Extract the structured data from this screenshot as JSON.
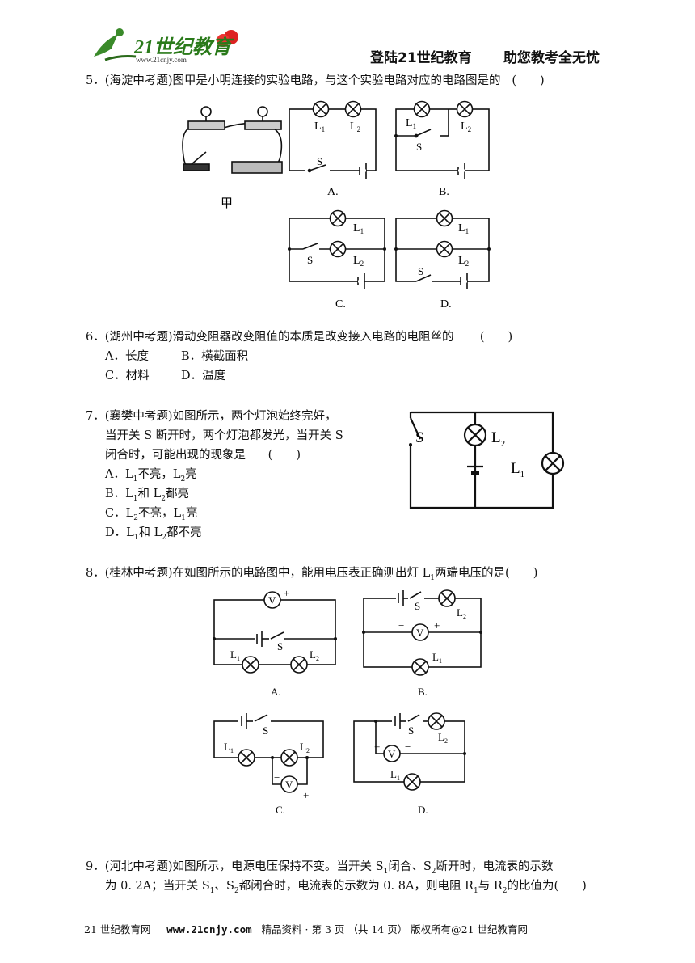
{
  "header": {
    "logo_text": "21世纪教育",
    "logo_url": "www.21cnjy.com",
    "title_left": "登陆21世纪教育",
    "title_right": "助您教考全无忧"
  },
  "q5": {
    "number": "5．",
    "text": "(海淀中考题)图甲是小明连接的实验电路，与这个实验电路对应的电路图是的",
    "bracket": "(　　)",
    "photo_label": "甲",
    "labels": {
      "a": "A.",
      "b": "B.",
      "c": "C.",
      "d": "D.",
      "l1": "L",
      "l2": "L",
      "s": "S",
      "sub1": "1",
      "sub2": "2"
    }
  },
  "q6": {
    "number": "6．",
    "text": "(湖州中考题)滑动变阻器改变阻值的本质是改变接入电路的电阻丝的",
    "bracket": "(　　)",
    "options": [
      "A．长度",
      "B．横截面积",
      "C．材料",
      "D．温度"
    ]
  },
  "q7": {
    "number": "7．",
    "lines": [
      "(襄樊中考题)如图所示，两个灯泡始终完好，",
      "当开关 S 断开时，两个灯泡都发光，当开关 S",
      "闭合时，可能出现的现象是"
    ],
    "bracket": "(　　)",
    "options": [
      {
        "pre": "A．L",
        "s1": "1",
        "mid": "不亮，L",
        "s2": "2",
        "post": "亮"
      },
      {
        "pre": "B．L",
        "s1": "1",
        "mid": "和 L",
        "s2": "2",
        "post": "都亮"
      },
      {
        "pre": "C．L",
        "s1": "2",
        "mid": "不亮，L",
        "s2": "1",
        "post": "亮"
      },
      {
        "pre": "D．L",
        "s1": "1",
        "mid": "和 L",
        "s2": "2",
        "post": "都不亮"
      }
    ],
    "fig": {
      "s": "S",
      "l": "L",
      "sub1": "1",
      "sub2": "2"
    }
  },
  "q8": {
    "number": "8．",
    "text_pre": "(桂林中考题)在如图所示的电路图中，能用电压表正确测出灯 L",
    "sub": "1",
    "text_post": "两端电压的是(　　)",
    "labels": {
      "a": "A.",
      "b": "B.",
      "c": "C.",
      "d": "D.",
      "v": "V",
      "plus": "+",
      "minus": "−",
      "s": "S",
      "l": "L",
      "sub1": "1",
      "sub2": "2"
    }
  },
  "q9": {
    "number": "9．",
    "line1_pre": "(河北中考题)如图所示，电源电压保持不变。当开关 S",
    "line1_s1": "1",
    "line1_mid": "闭合、S",
    "line1_s2": "2",
    "line1_post": "断开时，电流表的示数",
    "line2_pre": "为 0. 2A；当开关 S",
    "line2_s1": "1",
    "line2_mid": "、S",
    "line2_s2": "2",
    "line2_mid2": "都闭合时，电流表的示数为 0. 8A，则电阻 R",
    "line2_r1": "1",
    "line2_mid3": "与 R",
    "line2_r2": "2",
    "line2_post": "的比值为(　　)"
  },
  "footer": {
    "site": "21 世纪教育网",
    "url": "www.21cnjy.com",
    "info": "精品资料 · 第 3 页 （共 14 页） 版权所有@21 世纪教育网"
  }
}
